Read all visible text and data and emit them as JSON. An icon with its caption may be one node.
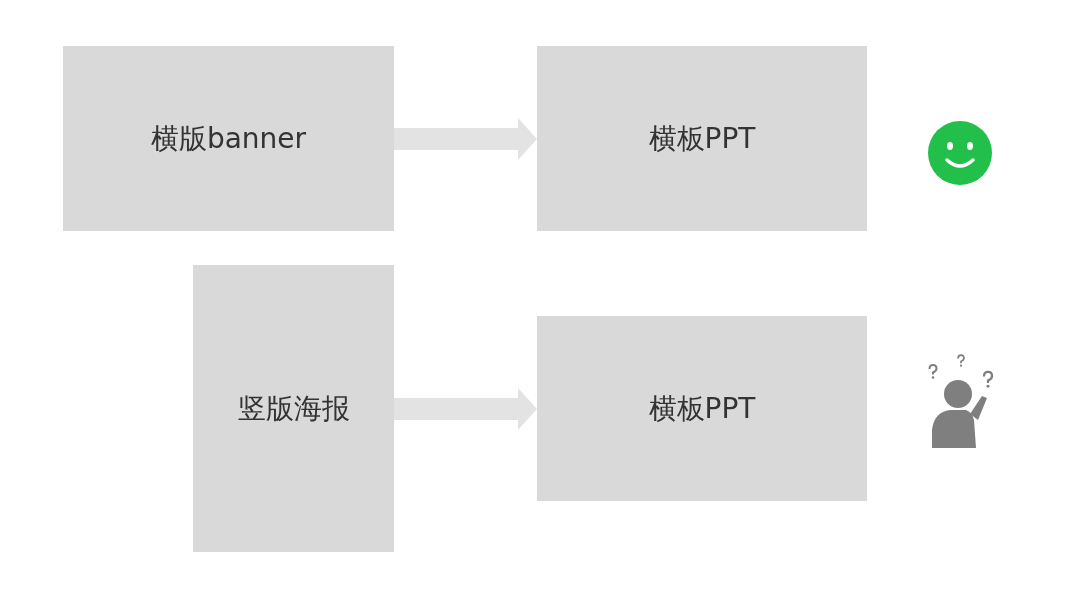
{
  "diagram": {
    "nodes": [
      {
        "text": [
          "横版banner"
        ]
      },
      {
        "text": [
          "横板PPT"
        ]
      },
      {
        "text": [
          "竖版海报"
        ]
      },
      {
        "text": [
          "横板PPT"
        ]
      }
    ],
    "edges": [
      {
        "from": 0,
        "to": 1,
        "arrow": "to"
      },
      {
        "from": 2,
        "to": 3,
        "arrow": "to"
      }
    ]
  }
}
